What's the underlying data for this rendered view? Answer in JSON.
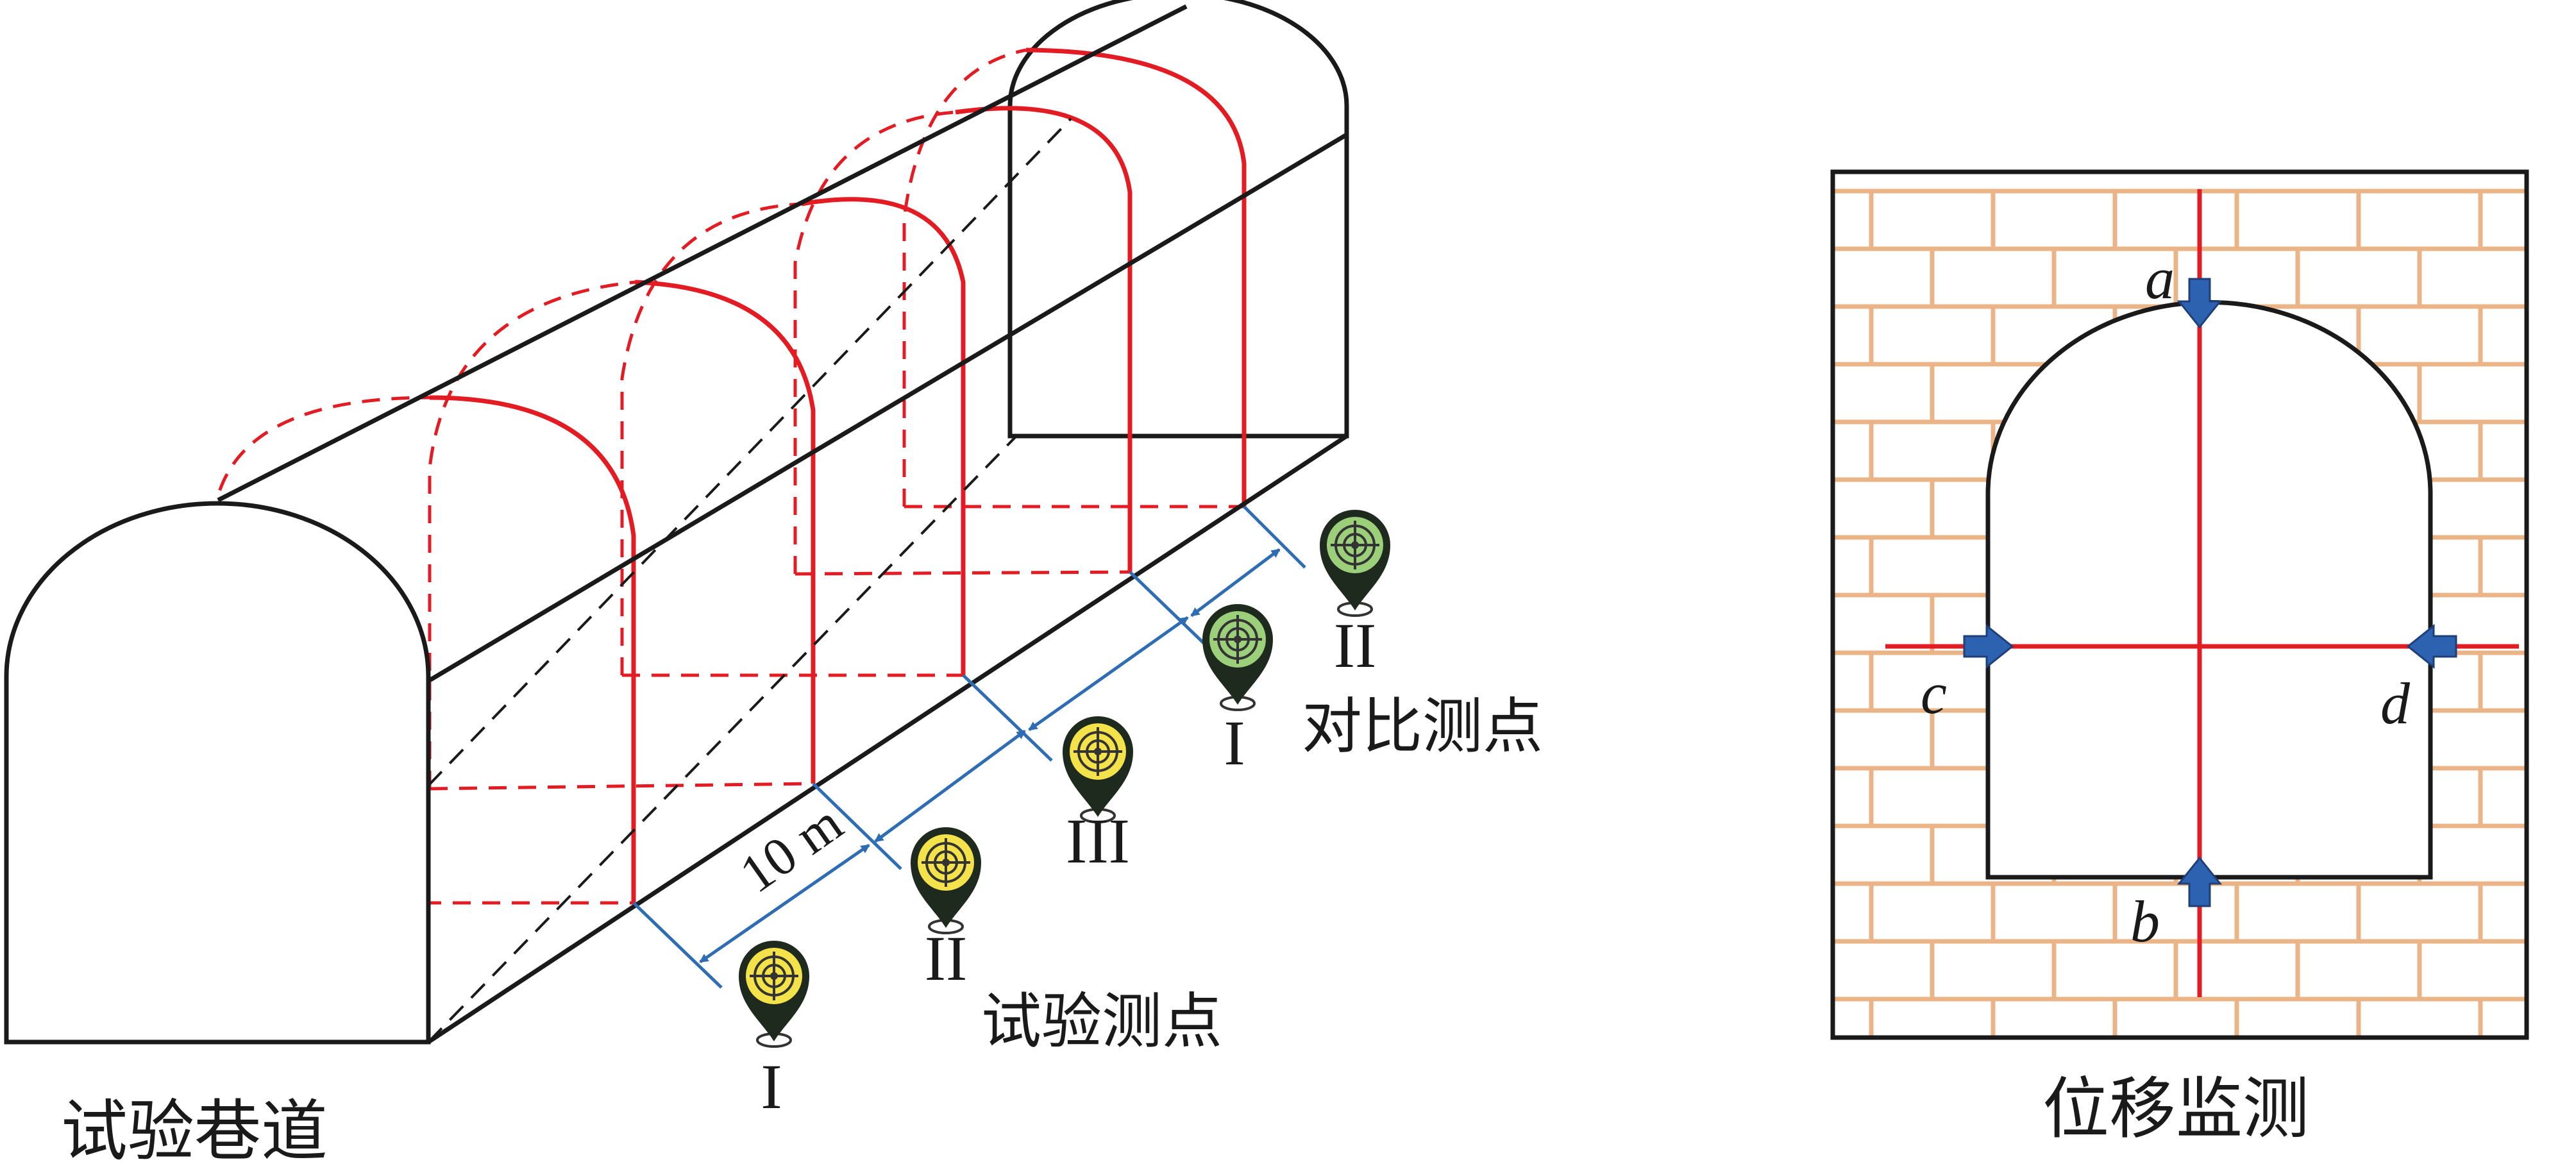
{
  "left_panel": {
    "caption": "试验巷道",
    "spacing_label": "10 m",
    "test_points_label": "试验测点",
    "comparison_points_label": "对比测点",
    "test_point_numerals": [
      "I",
      "II",
      "III"
    ],
    "comparison_point_numerals": [
      "I",
      "II"
    ]
  },
  "right_panel": {
    "caption": "位移监测",
    "point_labels": [
      "a",
      "b",
      "c",
      "d"
    ]
  },
  "colors": {
    "outline": "#1a1a1a",
    "support_arch": "#e31b23",
    "dimension": "#2e6db4",
    "test_marker": "#f3e24a",
    "comparison_marker": "#9ccf7a",
    "brick": "#eab486",
    "arrow": "#2d62b0",
    "axis": "#e31b23"
  },
  "icons": {
    "test_marker": "map-pin-target-icon",
    "comparison_marker": "map-pin-target-icon",
    "displacement_arrow": "arrow-icon"
  }
}
